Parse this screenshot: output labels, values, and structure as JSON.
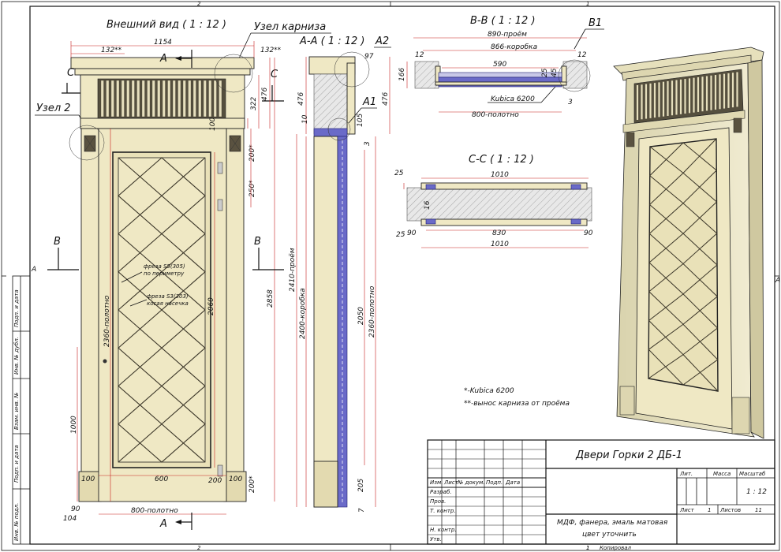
{
  "sheet": {
    "zone_top_left": "2",
    "zone_top_right": "1",
    "zone_bottom_left": "2",
    "zone_bottom_right": "1",
    "zone_side_left": "A",
    "zone_side_right": "A"
  },
  "views": {
    "front_title": "Внешний вид ( 1 : 12 )",
    "cornice_node_title": "Узел карниза",
    "node2_title": "Узел 2",
    "section_aa_title": "А-А ( 1 : 12 )",
    "section_bb_title": "В-В ( 1 : 12 )",
    "section_cc_title": "С-С ( 1 : 12 )",
    "node_a1": "А1",
    "node_a2": "А2",
    "node_b1": "В1",
    "cut_a": "А",
    "cut_b": "В",
    "cut_c": "С"
  },
  "front_dims": {
    "total_width": "1154",
    "cornice_left": "132**",
    "cornice_right": "132**",
    "cornice_h1": "476",
    "cornice_h2": "322",
    "cornice_h3": "100",
    "hinge_200_top": "200*",
    "hinge_250": "250*",
    "hinge_200_bot": "200*",
    "leaf_h": "2360-полотно",
    "panel_h": "2060",
    "total_h": "2858",
    "handle_h": "1000",
    "inner_100_left": "100",
    "inner_600": "600",
    "inner_200": "200",
    "inner_100_right": "100",
    "base_90": "90",
    "base_104": "104",
    "leaf_w": "800-полотно",
    "mill_1_line1": "фреза S5(305)",
    "mill_1_line2": "по периметру",
    "mill_2_line1": "фреза S3(303)",
    "mill_2_line2": "косая насечка"
  },
  "section_aa_dims": {
    "d97": "97",
    "d476_left": "476",
    "d476_right": "476",
    "d10": "10",
    "d105": "105",
    "d3": "3",
    "opening": "2410-проём",
    "frame": "2400-коробка",
    "d2050": "2050",
    "leaf": "2360-полотно",
    "d205": "205",
    "d7": "7"
  },
  "section_bb_dims": {
    "opening": "890-проём",
    "frame": "866-коробка",
    "d590": "590",
    "d12_left": "12",
    "d12_right": "12",
    "d166": "166",
    "d25": "25",
    "d45": "45",
    "d3": "3",
    "kubica": "Kubica 6200",
    "leaf": "800-полотно"
  },
  "section_cc_dims": {
    "top": "1010",
    "d25_top": "25",
    "d16": "16",
    "d25_bot": "25",
    "d90_left": "90",
    "d830": "830",
    "d90_right": "90",
    "bottom": "1010"
  },
  "notes": {
    "note1": "*-Kubica 6200",
    "note2": "**-вынос карниза от проёма"
  },
  "title_block": {
    "title": "Двери Горки 2 ДБ-1",
    "material_line1": "МДФ, фанера, эмаль матовая",
    "material_line2": "цвет уточнить",
    "h_izm": "Изм.",
    "h_list": "Лист",
    "h_doc": "№ докум.",
    "h_sign": "Подп.",
    "h_date": "Дата",
    "r_razrab": "Разраб.",
    "r_prov": "Пров.",
    "r_tkontr": "Т. контр.",
    "r_nkontr": "Н. контр.",
    "r_utv": "Утв.",
    "lit": "Лит.",
    "mass": "Масса",
    "scale_label": "Масштаб",
    "scale_value": "1 : 12",
    "sheet_label": "Лист",
    "sheet_no": "1",
    "sheets_label": "Листов",
    "sheets_total": "11",
    "copied": "Копировал",
    "format_no": "1"
  },
  "side_stamp": {
    "podp_date_top": "Подп. и дата",
    "inv_dubl": "Инв. № дубл.",
    "vzam_inv": "Взам. инв. №",
    "podp_date_bot": "Подп. и дата",
    "inv_podl": "Инв. № подл."
  }
}
